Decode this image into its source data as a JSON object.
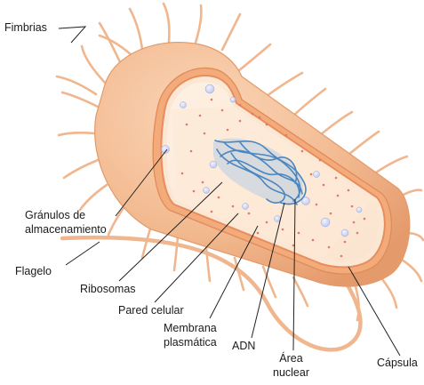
{
  "labels": {
    "fimbrias": "Fimbrias",
    "granulos_1": "Gránulos de",
    "granulos_2": "almacenamiento",
    "flagelo": "Flagelo",
    "ribosomas": "Ribosomas",
    "pared": "Pared celular",
    "membrana_1": "Membrana",
    "membrana_2": "plasmática",
    "adn": "ADN",
    "area_1": "Área",
    "area_2": "nuclear",
    "capsula": "Cápsula"
  },
  "colors": {
    "capsule": "#f2b98f",
    "capsule_dark": "#e59a6c",
    "wall": "#f0a878",
    "membrane": "#e88d5c",
    "cytoplasm": "#fbe4cf",
    "dna": "#4a86c0",
    "granule": "#bcc6ee",
    "ribosome": "#e07a6a",
    "leader": "#222222"
  }
}
